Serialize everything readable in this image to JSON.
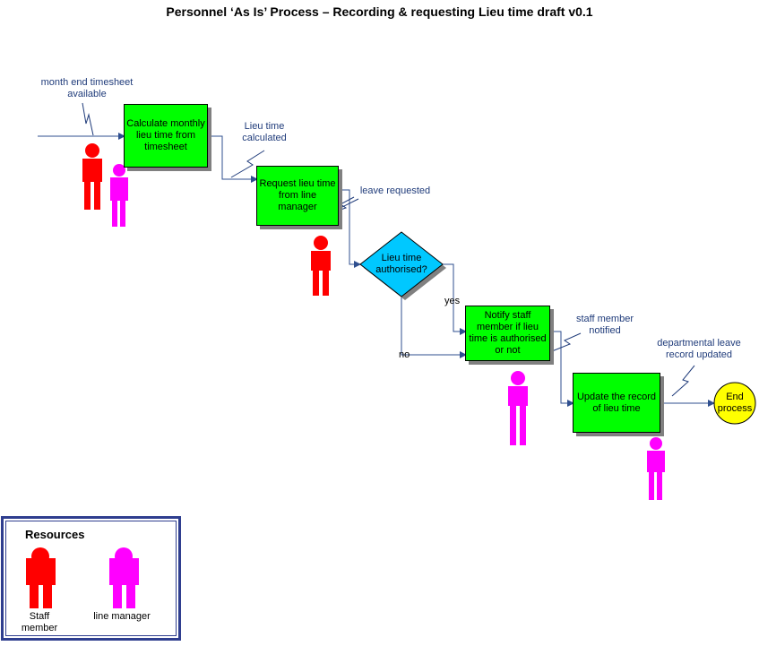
{
  "title": "Personnel ‘As Is’ Process – Recording & requesting Lieu time draft v0.1",
  "colors": {
    "process_box": "#00ff00",
    "decision": "#00c8ff",
    "end": "#ffff00",
    "staff_member": "#ff0000",
    "line_manager": "#ff00ff",
    "connector": "#2f4f8f",
    "annotation_text": "#1f3b7a"
  },
  "process_steps": {
    "calculate": "Calculate monthly lieu time from timesheet",
    "request": "Request lieu time from line manager",
    "notify": "Notify staff member if lieu time is authorised or not",
    "update": "Update the record of lieu time"
  },
  "decision": {
    "text": "Lieu time authorised?",
    "yes_label": "yes",
    "no_label": "no"
  },
  "end": {
    "text": "End process"
  },
  "annotations": {
    "timesheet": "month end timesheet available",
    "calculated": "Lieu time calculated",
    "requested": "leave requested",
    "notified": "staff member notified",
    "record": "departmental leave record updated"
  },
  "resources": {
    "title": "Resources",
    "staff_label": "Staff member",
    "manager_label": "line manager"
  }
}
